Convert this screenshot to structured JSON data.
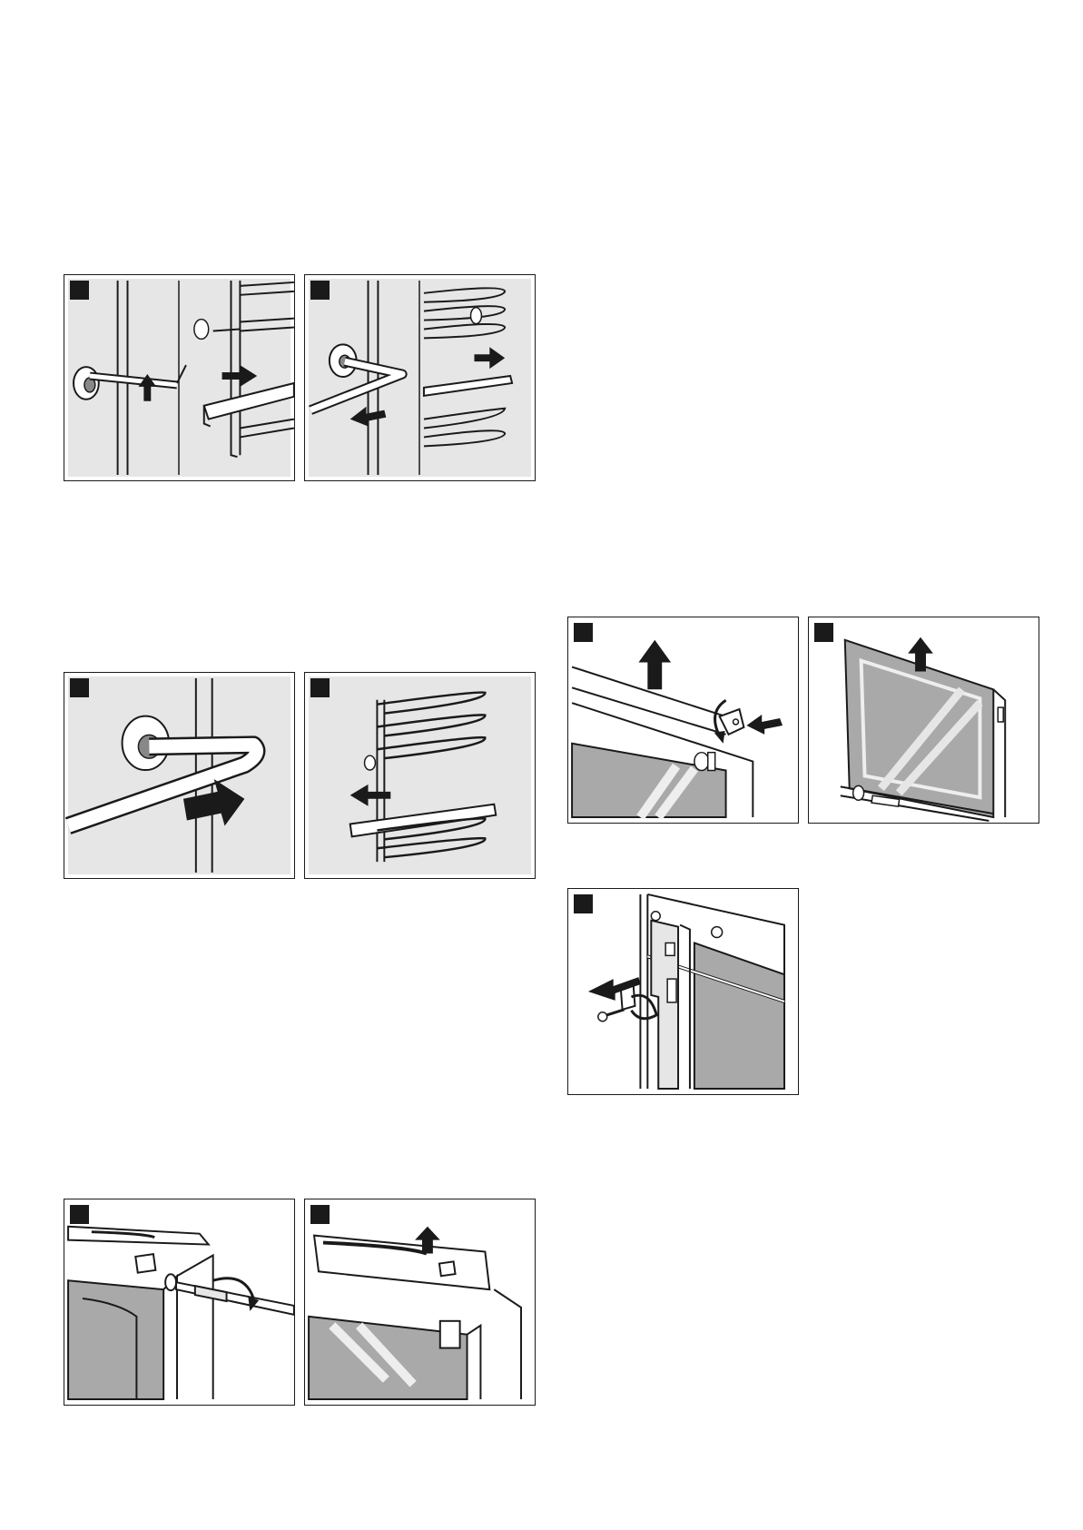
{
  "page": {
    "panels": [
      {
        "id": "panel-1a",
        "step": "",
        "shows": "remove-rail-lift"
      },
      {
        "id": "panel-1b",
        "step": "",
        "shows": "remove-rail-pull"
      },
      {
        "id": "panel-2a",
        "step": "",
        "shows": "insert-rail-hook"
      },
      {
        "id": "panel-2b",
        "step": "",
        "shows": "insert-rail-push"
      },
      {
        "id": "panel-3a",
        "step": "",
        "shows": "unscrew-door-cover"
      },
      {
        "id": "panel-3b",
        "step": "",
        "shows": "remove-door-cover"
      },
      {
        "id": "panel-4a",
        "step": "",
        "shows": "press-door-trim"
      },
      {
        "id": "panel-4b",
        "step": "",
        "shows": "lift-door-pane"
      },
      {
        "id": "panel-5",
        "step": "",
        "shows": "remove-hinge-screw"
      }
    ],
    "colors": {
      "line": "#1a1a1a",
      "fill": "#e6e6e6",
      "shade": "#a9a9a9",
      "glass": "#bdbdbd"
    }
  }
}
